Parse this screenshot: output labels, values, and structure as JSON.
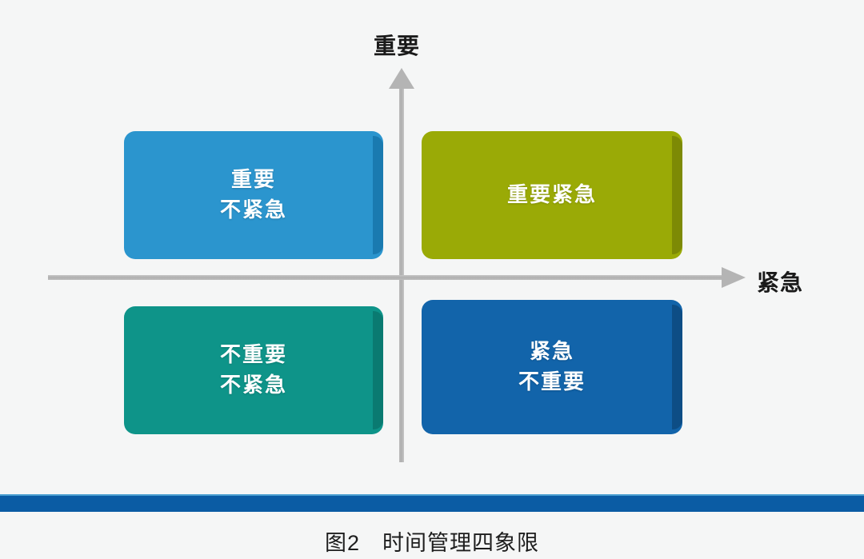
{
  "figure": {
    "title": "时间管理四象限",
    "caption": "图2　时间管理四象限",
    "caption_number": "图2"
  },
  "axes": {
    "vertical": {
      "label": "重要",
      "arrow_direction": "up",
      "color": "#b4b4b4"
    },
    "horizontal": {
      "label": "紧急",
      "arrow_direction": "right",
      "color": "#b4b4b4"
    }
  },
  "quadrants": [
    {
      "id": "top-left",
      "position": "important-not-urgent",
      "line1": "重要",
      "line2": "不紧急",
      "color": "#2b95ce",
      "edge_color": "#1a7ab0"
    },
    {
      "id": "top-right",
      "position": "important-urgent",
      "line1": "重要紧急",
      "line2": "",
      "color": "#9aaa06",
      "edge_color": "#7d8a05"
    },
    {
      "id": "bottom-left",
      "position": "not-important-not-urgent",
      "line1": "不重要",
      "line2": "不紧急",
      "color": "#0e9489",
      "edge_color": "#0a7a71"
    },
    {
      "id": "bottom-right",
      "position": "urgent-not-important",
      "line1": "紧急",
      "line2": "不重要",
      "color": "#1264aa",
      "edge_color": "#0d4d85"
    }
  ],
  "decoration": {
    "bottom_bar_color": "#0b5ca4",
    "bottom_bar_highlight": "#4a9ed0",
    "background_color": "#f5f6f6"
  }
}
